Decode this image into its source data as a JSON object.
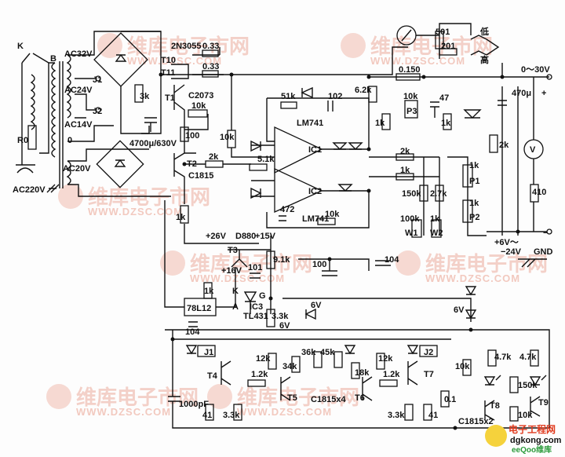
{
  "watermark": {
    "text": "维库电子市网",
    "url": "WWW.DZSC.COM"
  },
  "brand": {
    "site_name": "电子工程网",
    "url": "dgkong.com",
    "sub": "eeQoo维库"
  },
  "labels": {
    "switch_k": "K",
    "r0": "R0",
    "ac220v": "AC220V",
    "transformer_b": "B",
    "ac32v": "AC32V",
    "ac24v": "AC24V",
    "ac14v": "AC14V",
    "zero_tap": "0",
    "ac20v": "AC20V",
    "j1": "J1",
    "j2": "J2",
    "r_3k": "3k",
    "c_4700u": "4700μ/630V",
    "t_2n3055": "2N3055",
    "t10": "T10",
    "t11": "T11",
    "r_033a": "0.33",
    "r_033b": "0.33",
    "t1": "T1",
    "c2073": "C2073",
    "r_10k_t1": "10k",
    "r_100": "100",
    "r_10k_b": "10k",
    "t2": "T2",
    "c1815": "C1815",
    "r_2k": "2k",
    "r_1k": "1k",
    "r_5_1k": "5.1k",
    "r_51k": "51k",
    "c_102": "102",
    "lm741a": "LM741",
    "ic1": "IC1",
    "ic2": "IC2",
    "lm741b": "LM741",
    "c_472": "472",
    "r_10k_fb": "10k",
    "r_6_2k": "6.2k",
    "r_1k_b": "1k",
    "r_0150": "0.150",
    "r_10k_p3": "10k",
    "p3": "P3",
    "c_47": "47",
    "r_1k_c": "1k",
    "p_501": "501",
    "p_201": "201",
    "low": "低",
    "high": "高",
    "out_range": "0～30V",
    "c_470u": "470μ",
    "r_2k_out": "2k",
    "voltmeter": "V",
    "r_410": "410",
    "out_negative": "−",
    "out_positive": "+",
    "r_2k_b": "2k",
    "r_1k_d": "1k",
    "r_150k": "150k",
    "r_2_7k": "2.7k",
    "r_100k": "100k",
    "r_1k_w2": "1k",
    "w1": "W1",
    "w2": "W2",
    "r_1k_p1": "1k",
    "p1": "P1",
    "r_1k_p2": "1k",
    "p2": "P2",
    "v_6_24": "+6V～",
    "v_24": "−24V",
    "gnd": "GND",
    "v_26": "+26V",
    "d880": "D880",
    "v_15": "+15V",
    "t3": "T3",
    "r_9_1k": "9.1k",
    "v_16": "+16V",
    "c_101": "101",
    "pin_k": "K",
    "pin_g": "G",
    "pin_a": "A",
    "ic3": "IC3",
    "tl431": "TL431",
    "r_3_3k_a": "3.3k",
    "v_6a": "6V",
    "v_6b": "6V",
    "v_6c": "6V",
    "r_1k_reg": "1k",
    "reg_78l12": "78L12",
    "c_104a": "104",
    "c_100": "100",
    "c_104b": "104",
    "j1_coil": "J1",
    "j2_coil": "J2",
    "t4": "T4",
    "r_1_2k_a": "1.2k",
    "r_12k_a": "12k",
    "r_34k": "34k",
    "r_36k": "36k",
    "r_45k": "45k",
    "r_18k": "18k",
    "r_12k_b": "12k",
    "r_1_2k_b": "1.2k",
    "t7": "T7",
    "t5": "T5",
    "t6": "T6",
    "c1815x4": "C1815x4",
    "c_1000pf": "1000pF",
    "r_41a": "41",
    "r_3_3k_b": "3.3k",
    "r_3_3k_c": "3.3k",
    "r_41b": "41",
    "r_0_1": "0.1",
    "r_10k_ind": "10k",
    "r_4_7k_a": "4.7k",
    "r_4_7k_b": "4.7k",
    "r_150k_ind": "150k",
    "r_10k_ind_b": "10k",
    "t8": "T8",
    "t9": "T9",
    "c1815x2": "C1815x2"
  }
}
